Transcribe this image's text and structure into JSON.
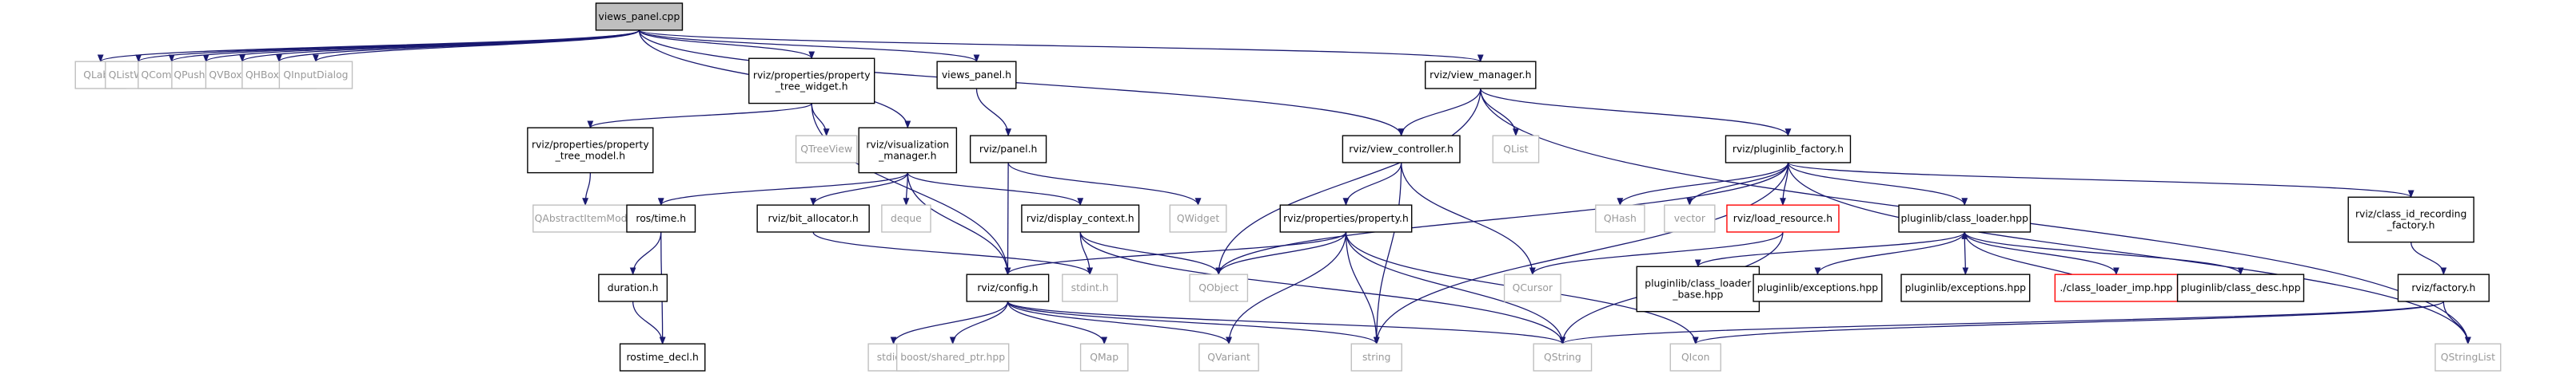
{
  "colors": {
    "edge": "#191970",
    "root_fill": "#bfbfbf",
    "root_border": "#000000",
    "doc_border": "#000000",
    "external_border": "#bfbfbf",
    "external_text": "#999999",
    "missing_border": "#ff0000",
    "text": "#000000"
  },
  "nodes": [
    {
      "id": "views_panel_cpp",
      "lines": [
        "views_panel.cpp"
      ],
      "kind": "root"
    },
    {
      "id": "QLabel",
      "lines": [
        "QLabel"
      ],
      "kind": "external"
    },
    {
      "id": "QListWidget",
      "lines": [
        "QListWidget"
      ],
      "kind": "external"
    },
    {
      "id": "QComboBox",
      "lines": [
        "QComboBox"
      ],
      "kind": "external"
    },
    {
      "id": "QPushButton",
      "lines": [
        "QPushButton"
      ],
      "kind": "external"
    },
    {
      "id": "QVBoxLayout",
      "lines": [
        "QVBoxLayout"
      ],
      "kind": "external"
    },
    {
      "id": "QHBoxLayout",
      "lines": [
        "QHBoxLayout"
      ],
      "kind": "external"
    },
    {
      "id": "QInputDialog",
      "lines": [
        "QInputDialog"
      ],
      "kind": "external"
    },
    {
      "id": "property_tree_widget",
      "lines": [
        "rviz/properties/property",
        "_tree_widget.h"
      ],
      "kind": "doc"
    },
    {
      "id": "views_panel_h",
      "lines": [
        "views_panel.h"
      ],
      "kind": "doc"
    },
    {
      "id": "view_manager",
      "lines": [
        "rviz/view_manager.h"
      ],
      "kind": "doc"
    },
    {
      "id": "property_tree_model",
      "lines": [
        "rviz/properties/property",
        "_tree_model.h"
      ],
      "kind": "doc"
    },
    {
      "id": "QTreeView",
      "lines": [
        "QTreeView"
      ],
      "kind": "external"
    },
    {
      "id": "visualization_manager",
      "lines": [
        "rviz/visualization",
        "_manager.h"
      ],
      "kind": "doc"
    },
    {
      "id": "panel_h",
      "lines": [
        "rviz/panel.h"
      ],
      "kind": "doc"
    },
    {
      "id": "view_controller",
      "lines": [
        "rviz/view_controller.h"
      ],
      "kind": "doc"
    },
    {
      "id": "QList",
      "lines": [
        "QList"
      ],
      "kind": "external"
    },
    {
      "id": "pluginlib_factory",
      "lines": [
        "rviz/pluginlib_factory.h"
      ],
      "kind": "doc"
    },
    {
      "id": "QAbstractItemModel",
      "lines": [
        "QAbstractItemModel"
      ],
      "kind": "external"
    },
    {
      "id": "ros_time",
      "lines": [
        "ros/time.h"
      ],
      "kind": "doc"
    },
    {
      "id": "bit_allocator",
      "lines": [
        "rviz/bit_allocator.h"
      ],
      "kind": "doc"
    },
    {
      "id": "deque",
      "lines": [
        "deque"
      ],
      "kind": "external"
    },
    {
      "id": "display_context",
      "lines": [
        "rviz/display_context.h"
      ],
      "kind": "doc"
    },
    {
      "id": "QWidget",
      "lines": [
        "QWidget"
      ],
      "kind": "external"
    },
    {
      "id": "property_h",
      "lines": [
        "rviz/properties/property.h"
      ],
      "kind": "doc"
    },
    {
      "id": "QHash",
      "lines": [
        "QHash"
      ],
      "kind": "external"
    },
    {
      "id": "vector",
      "lines": [
        "vector"
      ],
      "kind": "external"
    },
    {
      "id": "load_resource",
      "lines": [
        "rviz/load_resource.h"
      ],
      "kind": "missing"
    },
    {
      "id": "class_loader_hpp",
      "lines": [
        "pluginlib/class_loader.hpp"
      ],
      "kind": "doc"
    },
    {
      "id": "class_id_recording",
      "lines": [
        "rviz/class_id_recording",
        "_factory.h"
      ],
      "kind": "doc"
    },
    {
      "id": "duration",
      "lines": [
        "duration.h"
      ],
      "kind": "doc"
    },
    {
      "id": "config_h",
      "lines": [
        "rviz/config.h"
      ],
      "kind": "doc"
    },
    {
      "id": "stdint",
      "lines": [
        "stdint.h"
      ],
      "kind": "external"
    },
    {
      "id": "QObject",
      "lines": [
        "QObject"
      ],
      "kind": "external"
    },
    {
      "id": "QCursor",
      "lines": [
        "QCursor"
      ],
      "kind": "external"
    },
    {
      "id": "class_loader_base",
      "lines": [
        "pluginlib/class_loader",
        "_base.hpp"
      ],
      "kind": "doc"
    },
    {
      "id": "exceptions1",
      "lines": [
        "pluginlib/exceptions.hpp"
      ],
      "kind": "doc"
    },
    {
      "id": "exceptions2",
      "lines": [
        "pluginlib/exceptions.hpp"
      ],
      "kind": "doc"
    },
    {
      "id": "class_loader_imp",
      "lines": [
        "./class_loader_imp.hpp"
      ],
      "kind": "missing"
    },
    {
      "id": "class_desc",
      "lines": [
        "pluginlib/class_desc.hpp"
      ],
      "kind": "doc"
    },
    {
      "id": "rviz_factory",
      "lines": [
        "rviz/factory.h"
      ],
      "kind": "doc"
    },
    {
      "id": "rostime_decl",
      "lines": [
        "rostime_decl.h"
      ],
      "kind": "doc"
    },
    {
      "id": "stdio",
      "lines": [
        "stdio.h"
      ],
      "kind": "external"
    },
    {
      "id": "shared_ptr",
      "lines": [
        "boost/shared_ptr.hpp"
      ],
      "kind": "external"
    },
    {
      "id": "QMap",
      "lines": [
        "QMap"
      ],
      "kind": "external"
    },
    {
      "id": "QVariant",
      "lines": [
        "QVariant"
      ],
      "kind": "external"
    },
    {
      "id": "string",
      "lines": [
        "string"
      ],
      "kind": "external"
    },
    {
      "id": "QString",
      "lines": [
        "QString"
      ],
      "kind": "external"
    },
    {
      "id": "QIcon",
      "lines": [
        "QIcon"
      ],
      "kind": "external"
    },
    {
      "id": "QStringList",
      "lines": [
        "QStringList"
      ],
      "kind": "external"
    }
  ],
  "edges": [
    [
      "views_panel_cpp",
      "QLabel"
    ],
    [
      "views_panel_cpp",
      "QListWidget"
    ],
    [
      "views_panel_cpp",
      "QComboBox"
    ],
    [
      "views_panel_cpp",
      "QPushButton"
    ],
    [
      "views_panel_cpp",
      "QVBoxLayout"
    ],
    [
      "views_panel_cpp",
      "QHBoxLayout"
    ],
    [
      "views_panel_cpp",
      "QInputDialog"
    ],
    [
      "views_panel_cpp",
      "property_tree_widget"
    ],
    [
      "views_panel_cpp",
      "visualization_manager"
    ],
    [
      "views_panel_cpp",
      "views_panel_h"
    ],
    [
      "views_panel_cpp",
      "view_manager"
    ],
    [
      "views_panel_cpp",
      "view_controller"
    ],
    [
      "property_tree_widget",
      "property_tree_model"
    ],
    [
      "property_tree_widget",
      "QTreeView"
    ],
    [
      "property_tree_widget",
      "config_h"
    ],
    [
      "property_tree_model",
      "QAbstractItemModel"
    ],
    [
      "views_panel_h",
      "panel_h"
    ],
    [
      "panel_h",
      "config_h"
    ],
    [
      "panel_h",
      "QWidget"
    ],
    [
      "visualization_manager",
      "ros_time"
    ],
    [
      "visualization_manager",
      "bit_allocator"
    ],
    [
      "visualization_manager",
      "deque"
    ],
    [
      "visualization_manager",
      "display_context"
    ],
    [
      "visualization_manager",
      "config_h"
    ],
    [
      "ros_time",
      "duration"
    ],
    [
      "ros_time",
      "rostime_decl"
    ],
    [
      "duration",
      "rostime_decl"
    ],
    [
      "bit_allocator",
      "stdint"
    ],
    [
      "display_context",
      "stdint"
    ],
    [
      "display_context",
      "QObject"
    ],
    [
      "display_context",
      "QString"
    ],
    [
      "view_manager",
      "view_controller"
    ],
    [
      "view_manager",
      "QList"
    ],
    [
      "view_manager",
      "pluginlib_factory"
    ],
    [
      "view_manager",
      "QObject"
    ],
    [
      "view_manager",
      "QStringList"
    ],
    [
      "view_controller",
      "property_h"
    ],
    [
      "view_controller",
      "string"
    ],
    [
      "view_controller",
      "QCursor"
    ],
    [
      "property_h",
      "config_h"
    ],
    [
      "property_h",
      "QObject"
    ],
    [
      "property_h",
      "QVariant"
    ],
    [
      "property_h",
      "string"
    ],
    [
      "property_h",
      "QString"
    ],
    [
      "property_h",
      "QIcon"
    ],
    [
      "pluginlib_factory",
      "QHash"
    ],
    [
      "pluginlib_factory",
      "vector"
    ],
    [
      "pluginlib_factory",
      "load_resource"
    ],
    [
      "pluginlib_factory",
      "class_loader_hpp"
    ],
    [
      "pluginlib_factory",
      "class_id_recording"
    ],
    [
      "pluginlib_factory",
      "string"
    ],
    [
      "pluginlib_factory",
      "QObject"
    ],
    [
      "pluginlib_factory",
      "QStringList"
    ],
    [
      "load_resource",
      "QCursor"
    ],
    [
      "load_resource",
      "QString"
    ],
    [
      "class_loader_hpp",
      "class_loader_base"
    ],
    [
      "class_loader_hpp",
      "exceptions1"
    ],
    [
      "class_loader_hpp",
      "exceptions2"
    ],
    [
      "class_loader_hpp",
      "class_loader_imp"
    ],
    [
      "class_loader_imp",
      "class_loader_hpp"
    ],
    [
      "class_loader_hpp",
      "class_desc"
    ],
    [
      "class_id_recording",
      "rviz_factory"
    ],
    [
      "rviz_factory",
      "QString"
    ],
    [
      "rviz_factory",
      "QIcon"
    ],
    [
      "rviz_factory",
      "QStringList"
    ],
    [
      "config_h",
      "stdio"
    ],
    [
      "config_h",
      "shared_ptr"
    ],
    [
      "config_h",
      "QMap"
    ],
    [
      "config_h",
      "QVariant"
    ],
    [
      "config_h",
      "string"
    ],
    [
      "config_h",
      "QString"
    ]
  ]
}
